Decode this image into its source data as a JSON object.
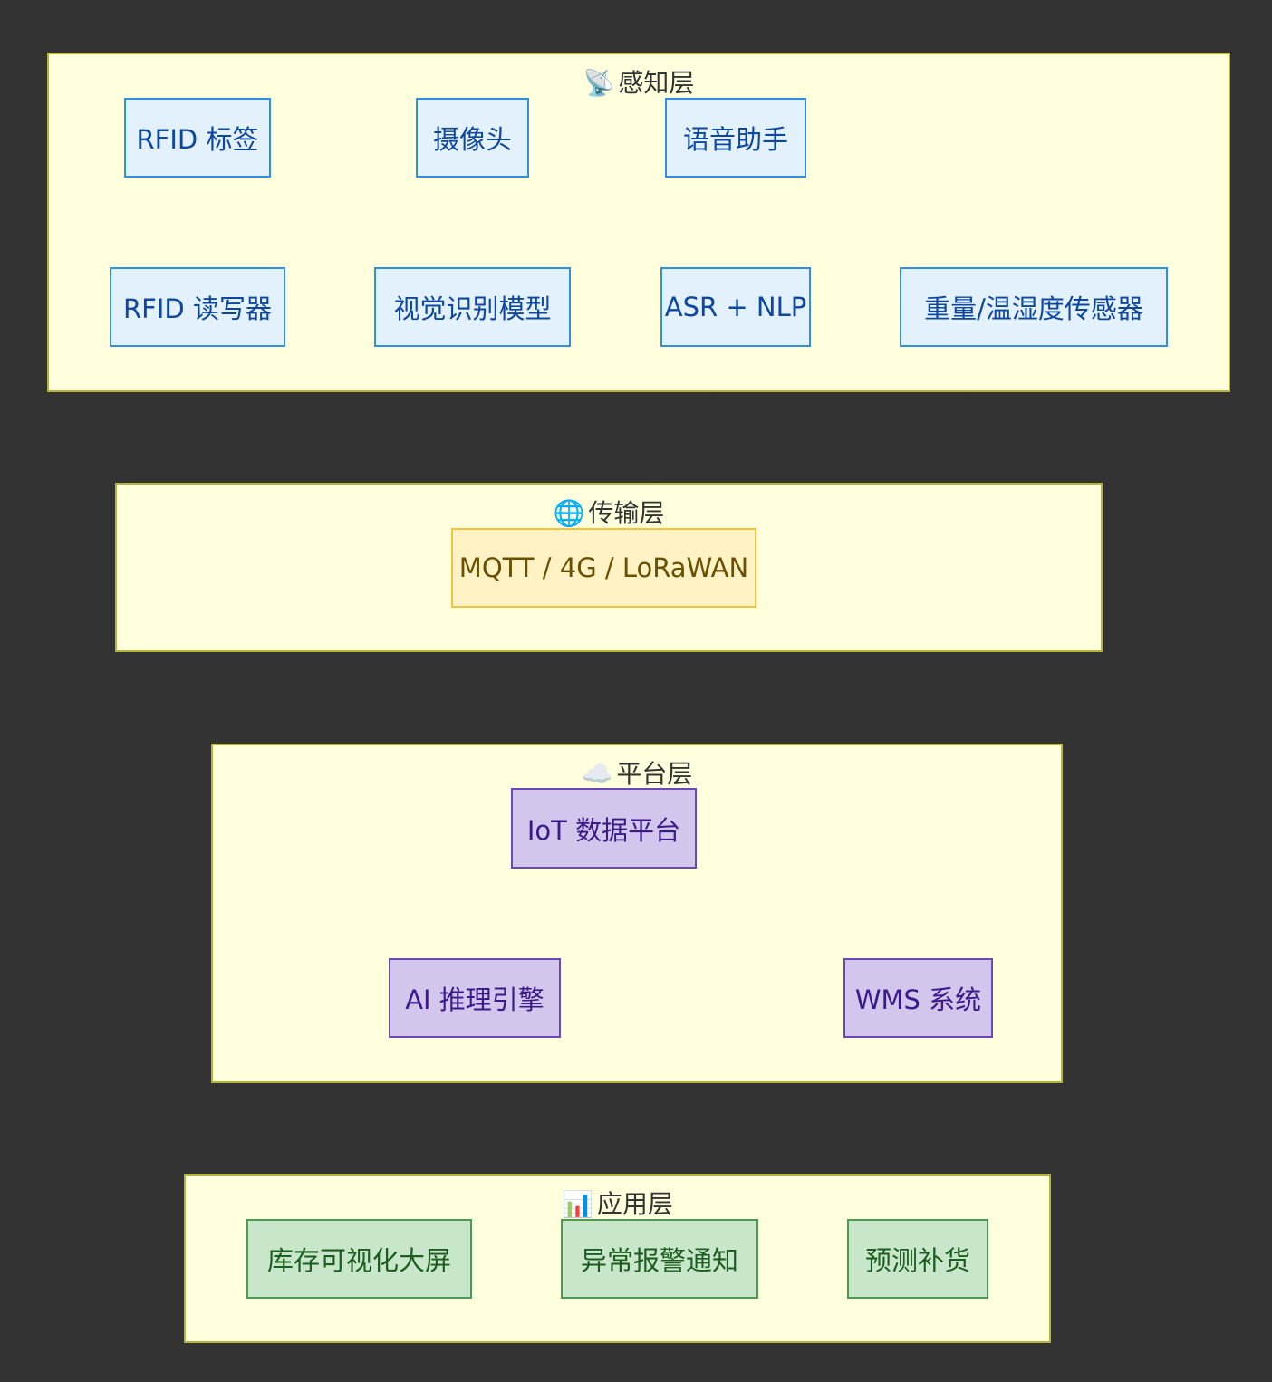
{
  "colors": {
    "background": "#333333",
    "layer_fill": "#ffffde",
    "layer_border": "#b7b43a",
    "sensor_node": "#e3f1fd",
    "transport_node": "#fff3c5",
    "platform_node": "#d2c6ec",
    "application_node": "#c8e6c9",
    "edge": "#333333"
  },
  "layers": {
    "perception": {
      "icon": "satellite-antenna-icon",
      "glyph": "📡",
      "title": "感知层"
    },
    "transport": {
      "icon": "globe-icon",
      "glyph": "🌐",
      "title": "传输层"
    },
    "platform": {
      "icon": "cloud-icon",
      "glyph": "☁️",
      "title": "平台层"
    },
    "application": {
      "icon": "bar-chart-icon",
      "glyph": "📊",
      "title": "应用层"
    }
  },
  "nodes": {
    "rfid_tag": "RFID 标签",
    "camera": "摄像头",
    "voice_assistant": "语音助手",
    "rfid_reader": "RFID 读写器",
    "vision_model": "视觉识别模型",
    "asr_nlp": "ASR + NLP",
    "weight_sensor": "重量/温湿度传感器",
    "transport_protocols": "MQTT / 4G / LoRaWAN",
    "iot_platform": "IoT 数据平台",
    "ai_engine": "AI 推理引擎",
    "wms": "WMS 系统",
    "inventory_dashboard": "库存可视化大屏",
    "alert_notify": "异常报警通知",
    "replenishment": "预测补货"
  },
  "edges": [
    [
      "rfid_tag",
      "rfid_reader"
    ],
    [
      "camera",
      "vision_model"
    ],
    [
      "voice_assistant",
      "asr_nlp"
    ],
    [
      "rfid_reader",
      "transport_protocols"
    ],
    [
      "vision_model",
      "transport_protocols"
    ],
    [
      "asr_nlp",
      "transport_protocols"
    ],
    [
      "weight_sensor",
      "transport_protocols"
    ],
    [
      "transport_protocols",
      "iot_platform"
    ],
    [
      "iot_platform",
      "ai_engine"
    ],
    [
      "iot_platform",
      "wms"
    ],
    [
      "ai_engine",
      "inventory_dashboard"
    ],
    [
      "ai_engine",
      "alert_notify"
    ],
    [
      "wms",
      "replenishment"
    ]
  ]
}
